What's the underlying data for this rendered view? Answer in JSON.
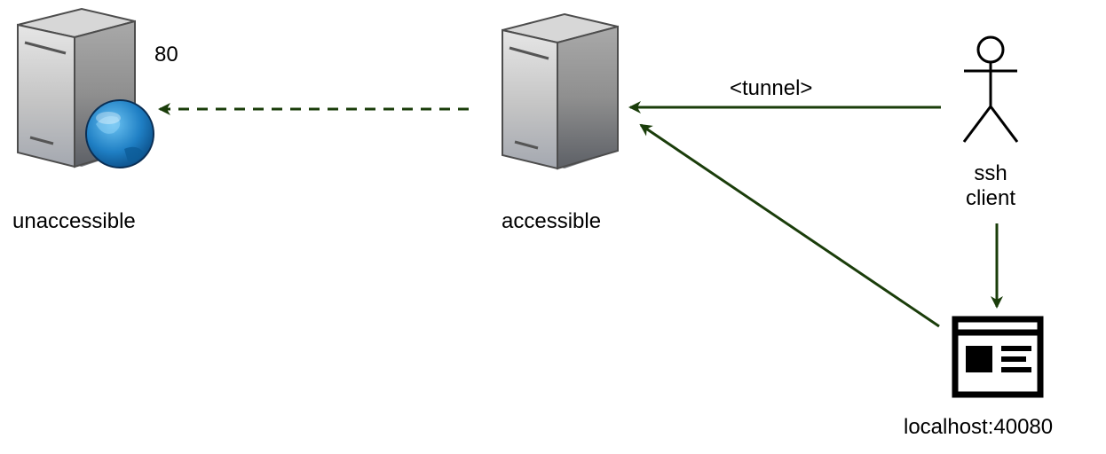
{
  "nodes": {
    "unaccessible": {
      "label": "unaccessible",
      "port": "80",
      "icon": "web-server-icon"
    },
    "accessible": {
      "label": "accessible",
      "icon": "server-icon"
    },
    "ssh_client": {
      "label_line1": "ssh",
      "label_line2": "client",
      "icon": "actor-icon"
    },
    "localhost": {
      "label": "localhost:40080",
      "icon": "browser-window-icon"
    }
  },
  "edges": {
    "tunnel_label": "<tunnel>",
    "color": "#1a3d0a"
  }
}
